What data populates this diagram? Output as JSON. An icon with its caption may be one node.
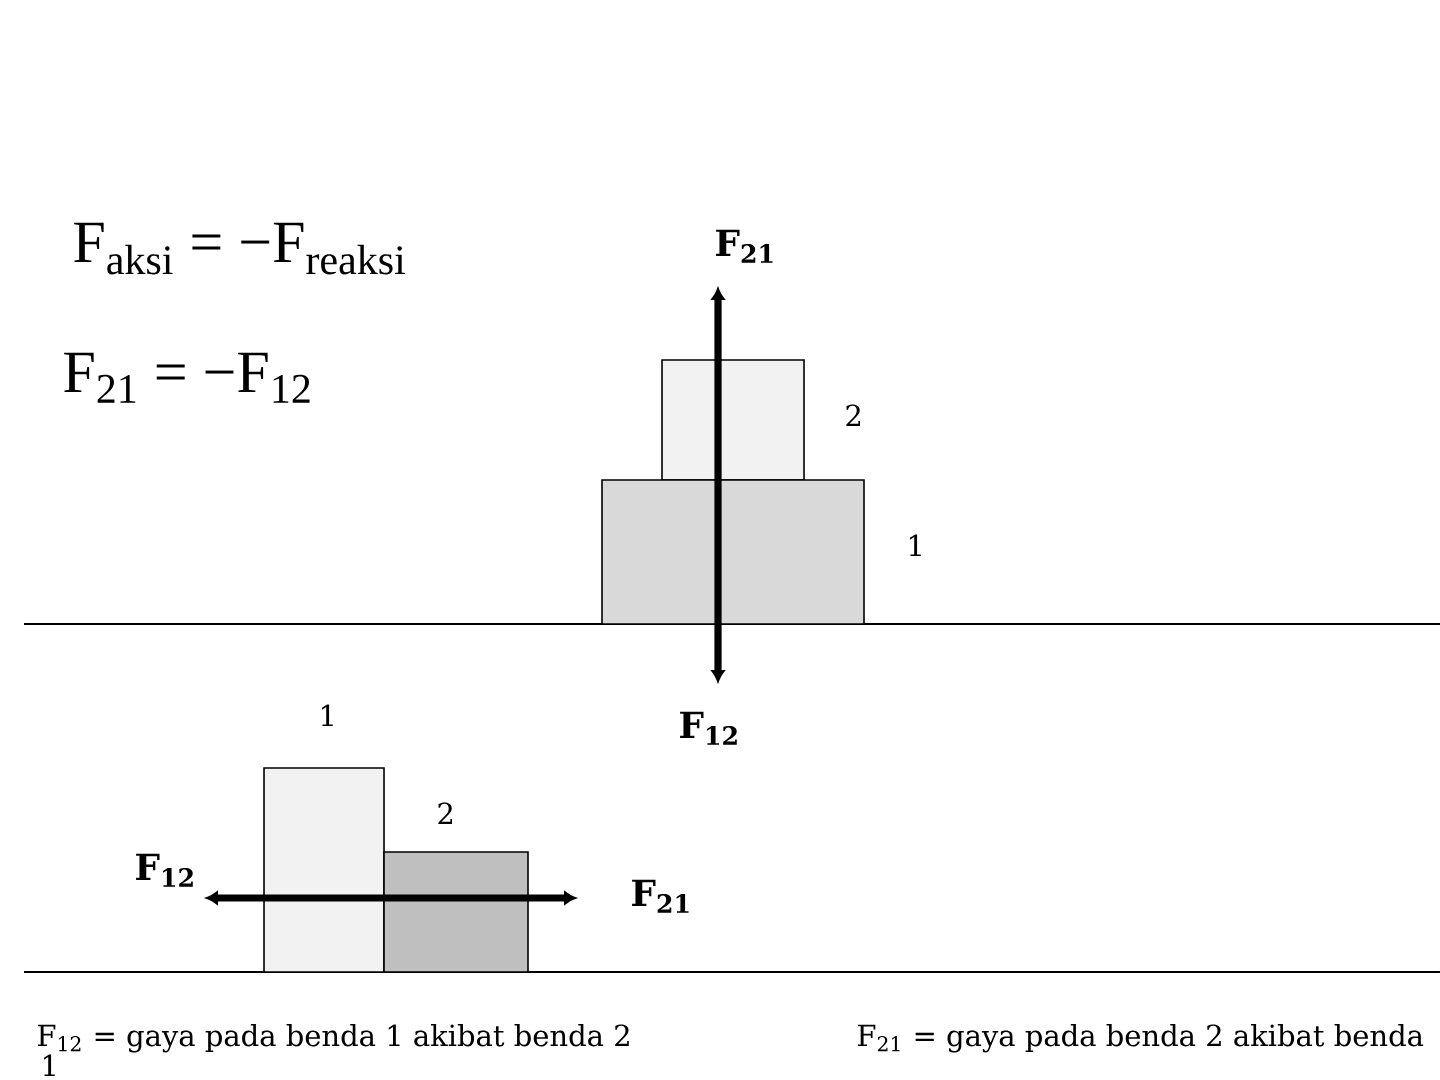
{
  "diagram": {
    "nodes": [
      {
        "text": [],
        "shape": "box",
        "beside": [
          "2"
        ]
      },
      {
        "text": [],
        "shape": "box",
        "beside": [
          "1"
        ]
      },
      {
        "text": [],
        "shape": "box",
        "beside": [
          "1"
        ]
      },
      {
        "text": [],
        "shape": "box",
        "beside": [
          "2"
        ]
      }
    ],
    "labels": [
      "F$_{aksi}$ = −F$_{reaksi}$",
      "F$_{21}$",
      "F$_{21}$ = −F$_{12}$",
      "F$_{12}$",
      "F$_{12}$",
      "F$_{21}$",
      "F$_{12}$ = gaya pada benda 1 akibat benda 2",
      "F$_{21}$ = gaya pada benda 2 akibat benda",
      "1"
    ]
  }
}
